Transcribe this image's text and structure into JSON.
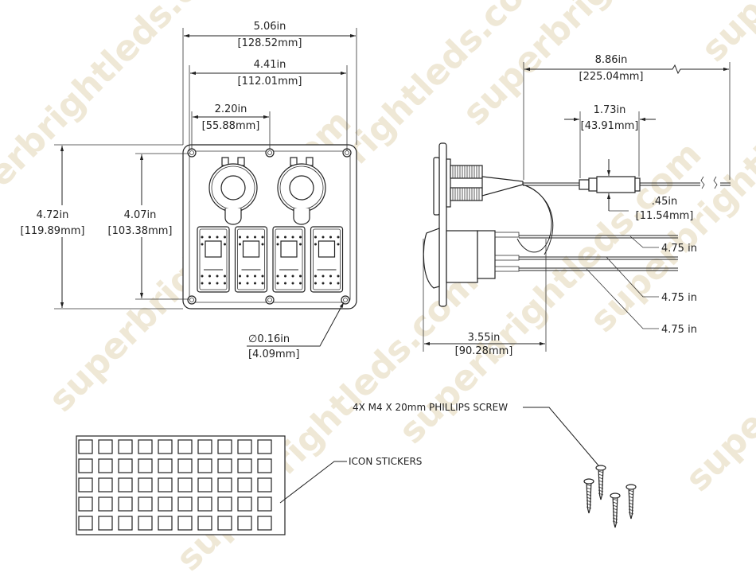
{
  "watermark": "superbrightleds.com",
  "front_view": {
    "overall_width": {
      "in": "5.06in",
      "mm": "[128.52mm]"
    },
    "hole_spacing_width": {
      "in": "4.41in",
      "mm": "[112.01mm]"
    },
    "center_hole_spacing": {
      "in": "2.20in",
      "mm": "[55.88mm]"
    },
    "overall_height": {
      "in": "4.72in",
      "mm": "[119.89mm]"
    },
    "hole_spacing_height": {
      "in": "4.07in",
      "mm": "[103.38mm]"
    },
    "hole_diameter": {
      "in": "∅0.16in",
      "mm": "[4.09mm]"
    },
    "socket_count": 2,
    "switch_count": 4
  },
  "side_view": {
    "cable_length": {
      "in": "8.86in",
      "mm": "[225.04mm]"
    },
    "fuse_length": {
      "in": "1.73in",
      "mm": "[43.91mm]"
    },
    "fuse_diameter": {
      "in": ".45in",
      "mm": "[11.54mm]"
    },
    "depth": {
      "in": "3.55in",
      "mm": "[90.28mm]"
    },
    "wire_lengths": [
      "4.75 in",
      "4.75 in",
      "4.75 in"
    ]
  },
  "accessories": {
    "screws_label": "4X M4 X 20mm PHILLIPS SCREW",
    "stickers_label": "ICON STICKERS",
    "sticker_rows": 5,
    "sticker_cols": 10,
    "screw_count": 4
  }
}
